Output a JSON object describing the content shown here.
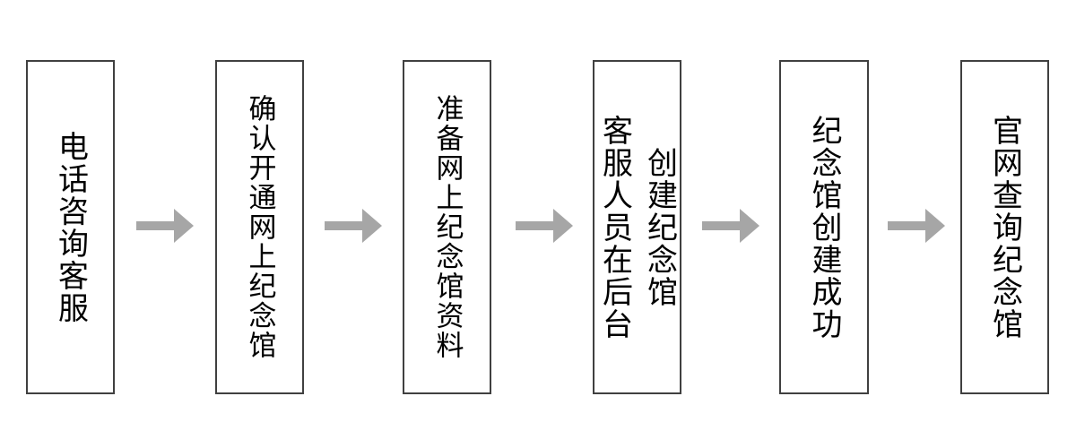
{
  "flowchart": {
    "steps": [
      {
        "label": "电话咨询客服"
      },
      {
        "label": "确认开通网上纪念馆"
      },
      {
        "label": "准备网上纪念馆资料"
      },
      {
        "label": "客服人员在后台\n创建纪念馆"
      },
      {
        "label": "纪念馆创建成功"
      },
      {
        "label": "官网查询纪念馆"
      }
    ],
    "colors": {
      "background": "#ffffff",
      "box_border": "#404040",
      "box_fill": "#ffffff",
      "text": "#000000",
      "arrow": "#a6a6a6"
    }
  }
}
